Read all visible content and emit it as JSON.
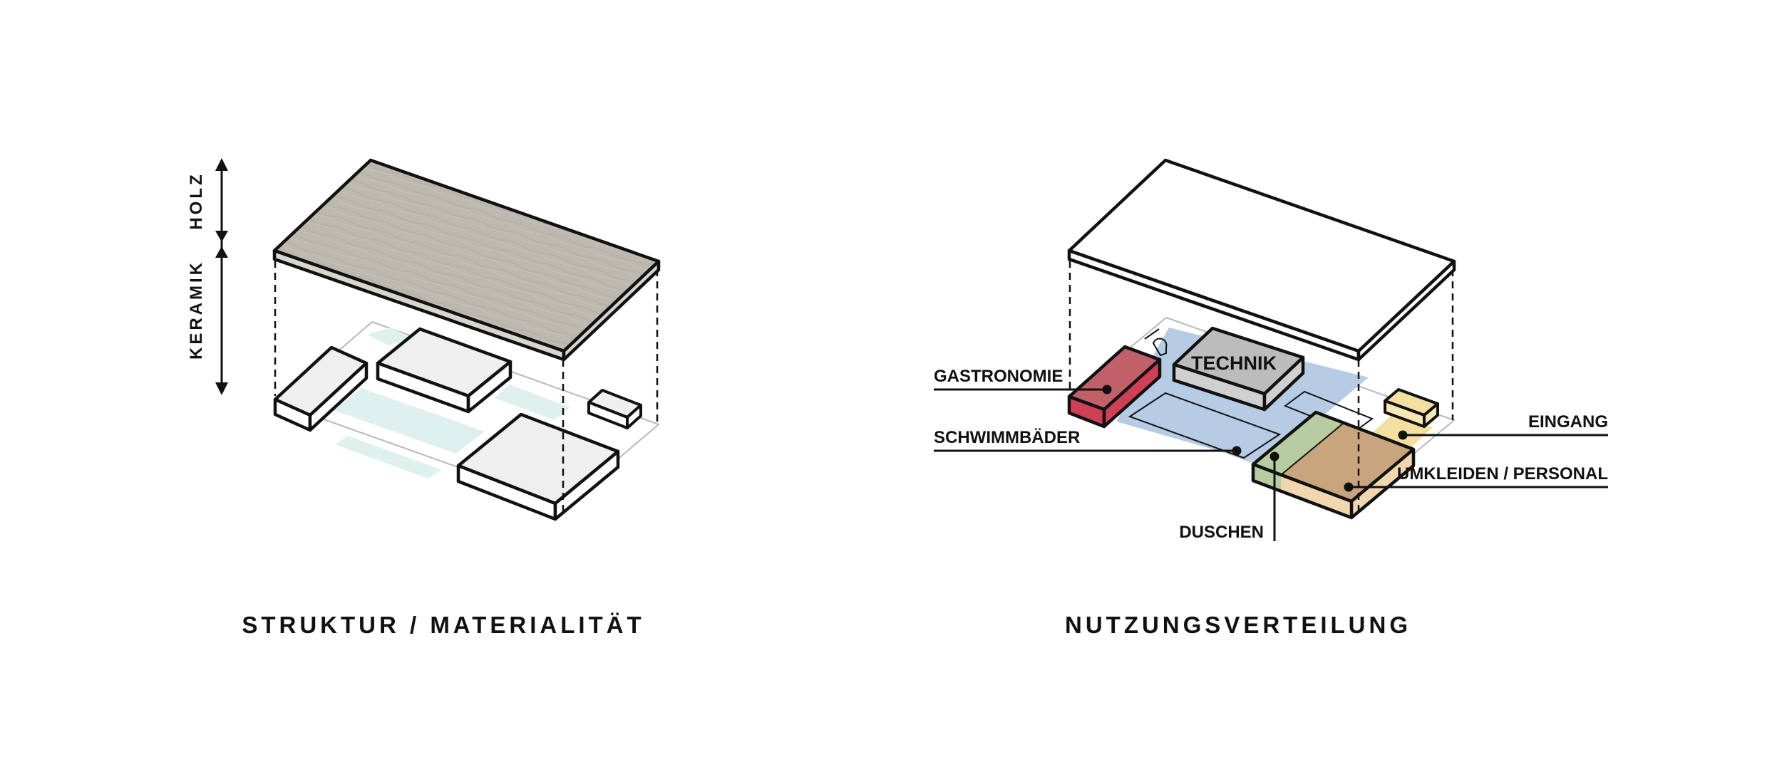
{
  "left_diagram": {
    "title": "STRUKTUR / MATERIALITÄT",
    "dimension_labels": {
      "upper": "HOLZ",
      "lower": "KERAMIK"
    }
  },
  "right_diagram": {
    "title": "NUTZUNGSVERTEILUNG",
    "block_label": "TECHNIK",
    "callouts": {
      "gastronomie": "GASTRONOMIE",
      "schwimmbaeder": "SCHWIMMBÄDER",
      "duschen": "DUSCHEN",
      "eingang": "EINGANG",
      "umkleiden": "UMKLEIDEN / PERSONAL"
    }
  },
  "colors": {
    "wood_roof": "#bdb9b0",
    "pool_tint": "#dff1ef",
    "gastronomie": "#c2606a",
    "schwimmbaeder": "#b6cbe4",
    "technik": "#bcbcbc",
    "duschen": "#b7cca0",
    "eingang": "#f3dfa0",
    "umkleiden": "#c8a57c"
  }
}
